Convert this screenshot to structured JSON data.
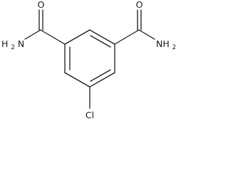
{
  "atoms": {
    "oxygen_left": "O",
    "oxygen_right": "O",
    "nitrogen_left": {
      "element": "H",
      "subscript": "2",
      "tail": "N"
    },
    "nitrogen_right": {
      "element": "NH",
      "subscript": "2"
    },
    "chlorine": "Cl"
  }
}
